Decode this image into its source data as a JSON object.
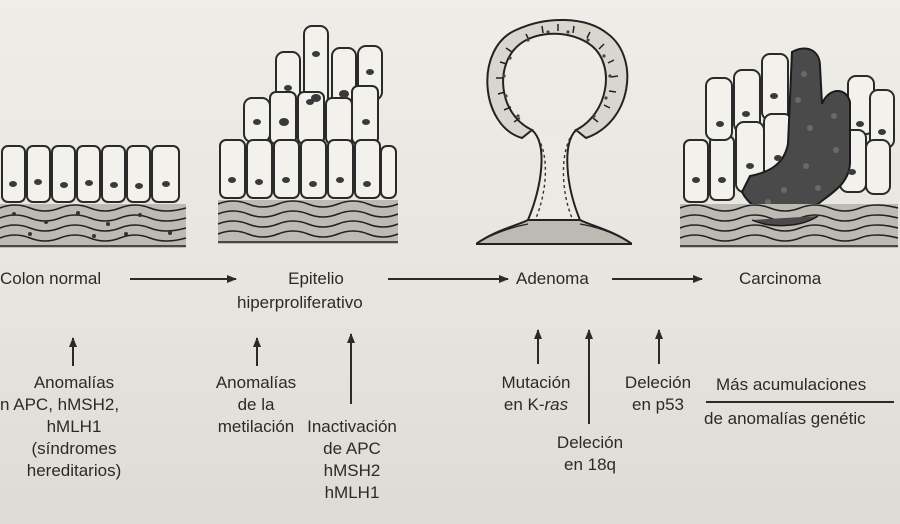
{
  "stages": {
    "normal": "Colon normal",
    "hyper_line1": "Epitelio",
    "hyper_line2": "hiperproliferativo",
    "adenoma": "Adenoma",
    "carcinoma": "Carcinoma"
  },
  "events": {
    "normal": [
      "Anomalías",
      "n APC, hMSH2,",
      "hMLH1",
      "(síndromes",
      "hereditarios)"
    ],
    "metilacion": [
      "Anomalías",
      "de la",
      "metilación"
    ],
    "inactivacion": [
      "Inactivación",
      "de APC",
      "hMSH2",
      "hMLH1"
    ],
    "kras_line1": "Mutación",
    "kras_prefix": "en K-",
    "kras_italic": "ras",
    "del18q": [
      "Deleción",
      "en 18q"
    ],
    "p53": [
      "Deleción",
      "en p53"
    ],
    "mas_line1": "Más acumulaciones",
    "mas_line2": "de anomalías genétic"
  }
}
